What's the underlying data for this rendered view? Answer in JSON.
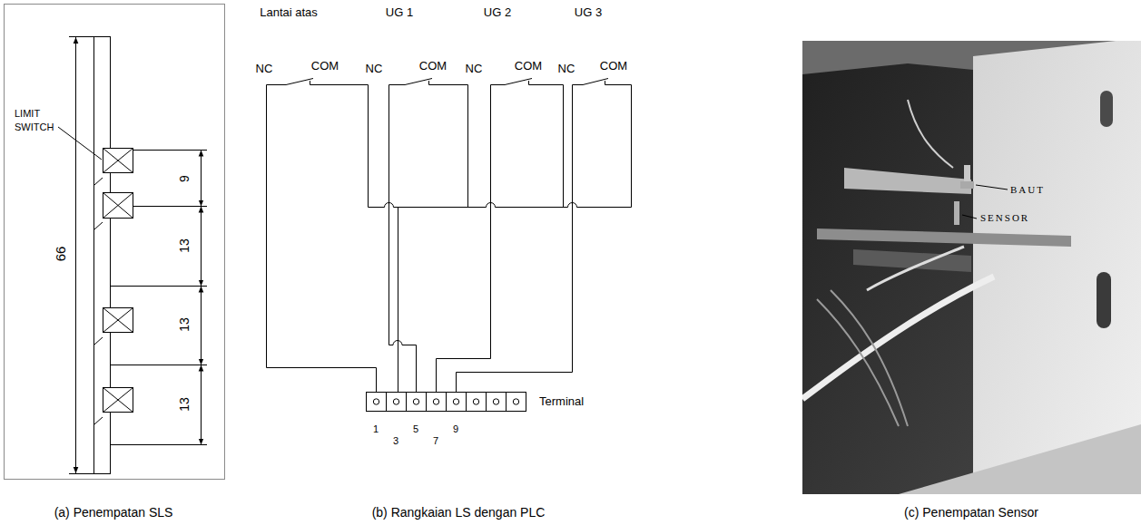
{
  "diagram": {
    "labels": [
      "LIMIT SWITCH",
      "66",
      "9",
      "13",
      "13",
      "13",
      "Lantai atas",
      "UG 1",
      "UG 2",
      "UG 3",
      "NC",
      "COM",
      "NC",
      "COM",
      "NC",
      "COM",
      "NC",
      "COM",
      "Terminal",
      "1",
      "3",
      "5",
      "7",
      "9",
      "BAUT",
      "SENSOR",
      "(a) Penempatan SLS",
      "(b) Rangkaian LS dengan PLC",
      "(c) Penempatan Sensor"
    ]
  }
}
